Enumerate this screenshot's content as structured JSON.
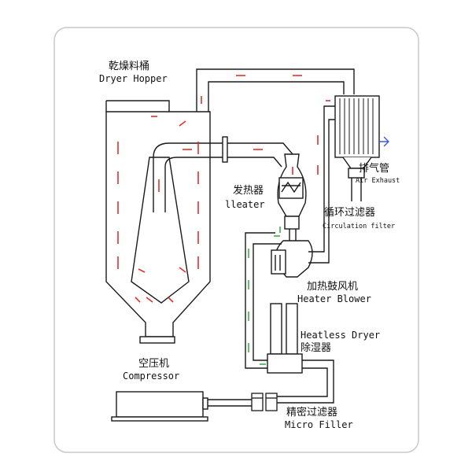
{
  "labels": {
    "dryer_hopper_zh": "乾燥料桶",
    "dryer_hopper_en": "Dryer Hopper",
    "heater_zh": "发热器",
    "heater_en": "lleater",
    "circulation_filter_zh": "循环过滤器",
    "circulation_filter_en": "Circulation filter",
    "air_exhaust_zh": "排气管",
    "air_exhaust_en": "Air Exhaust",
    "heater_blower_zh": "加热鼓风机",
    "heater_blower_en": "Heater Blower",
    "heatless_dryer_en": "Heatless Dryer",
    "heatless_dryer_zh": "除湿器",
    "compressor_zh": "空压机",
    "compressor_en": "Compressor",
    "micro_filter_zh": "精密过滤器",
    "micro_filter_en": "Micro Filler"
  },
  "colors": {
    "frame": "#c8c8c8",
    "line": "#1a1a1a",
    "hot_air_arrows": "#e0302a",
    "dry_air_arrows": "#3cb043",
    "fill": "#ffffff"
  }
}
